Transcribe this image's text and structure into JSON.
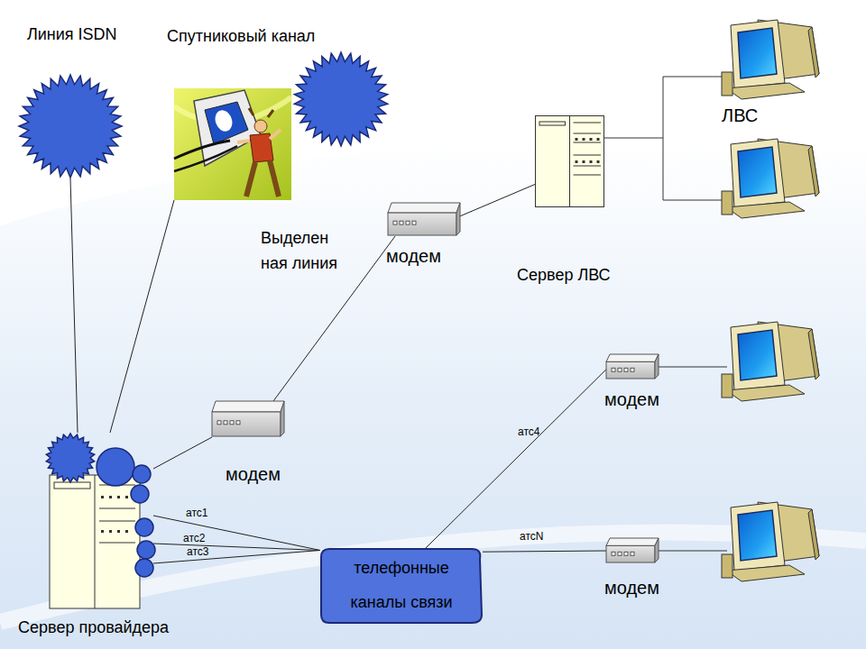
{
  "diagram": {
    "nodes": [
      {
        "text": [
          "Линия ISDN"
        ]
      },
      {
        "text": [
          "Спутниковый канал"
        ]
      },
      {
        "text": [
          "Сервер ЛВС"
        ]
      },
      {
        "text": [
          "модем"
        ]
      },
      {
        "text": [
          "модем"
        ]
      },
      {
        "text": [
          "модем"
        ]
      },
      {
        "text": [
          "Сервер провайдера"
        ]
      },
      {
        "text": [
          "телефонные каналы связи"
        ]
      },
      {
        "text": [
          "модем"
        ]
      }
    ],
    "edges": [
      {
        "from": 0,
        "to": 6,
        "arrow": "none"
      },
      {
        "from": 1,
        "to": 6,
        "arrow": "none"
      },
      {
        "from": 6,
        "to": 5,
        "arrow": "none"
      },
      {
        "from": 5,
        "to": 3,
        "arrow": "none"
      },
      {
        "from": 3,
        "to": 2,
        "arrow": "none"
      },
      {
        "from": 6,
        "to": 7,
        "label": "атс1",
        "arrow": "none"
      },
      {
        "from": 6,
        "to": 7,
        "label": "атс2",
        "arrow": "none"
      },
      {
        "from": 6,
        "to": 7,
        "label": "атс3",
        "arrow": "none"
      },
      {
        "from": 7,
        "to": 4,
        "label": "атс4",
        "arrow": "none"
      },
      {
        "from": 7,
        "to": 8,
        "label": "атсN",
        "arrow": "none"
      }
    ],
    "labels": [
      "Выделен ная линия",
      "ЛВС"
    ]
  }
}
